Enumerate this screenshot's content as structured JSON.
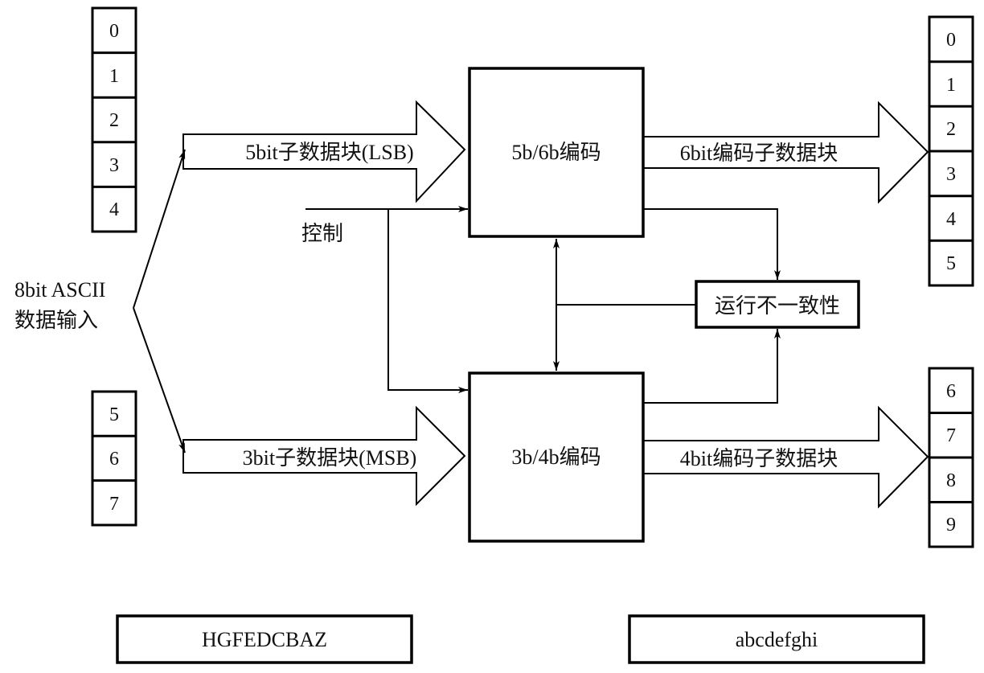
{
  "input": {
    "label_line1": "8bit ASCII",
    "label_line2": "数据输入",
    "lsb_bits": [
      "0",
      "1",
      "2",
      "3",
      "4"
    ],
    "msb_bits": [
      "5",
      "6",
      "7"
    ]
  },
  "lsb_path": {
    "label": "5bit子数据块(LSB)",
    "encoder": "5b/6b编码",
    "output_label": "6bit编码子数据块"
  },
  "msb_path": {
    "label": "3bit子数据块(MSB)",
    "encoder": "3b/4b编码",
    "output_label": "4bit编码子数据块"
  },
  "control": {
    "label": "控制"
  },
  "disparity": {
    "label": "运行不一致性"
  },
  "output": {
    "upper_bits": [
      "0",
      "1",
      "2",
      "3",
      "4",
      "5"
    ],
    "lower_bits": [
      "6",
      "7",
      "8",
      "9"
    ]
  },
  "bit_order": {
    "input": "HGFEDCBAZ",
    "output": "abcdefghi"
  }
}
